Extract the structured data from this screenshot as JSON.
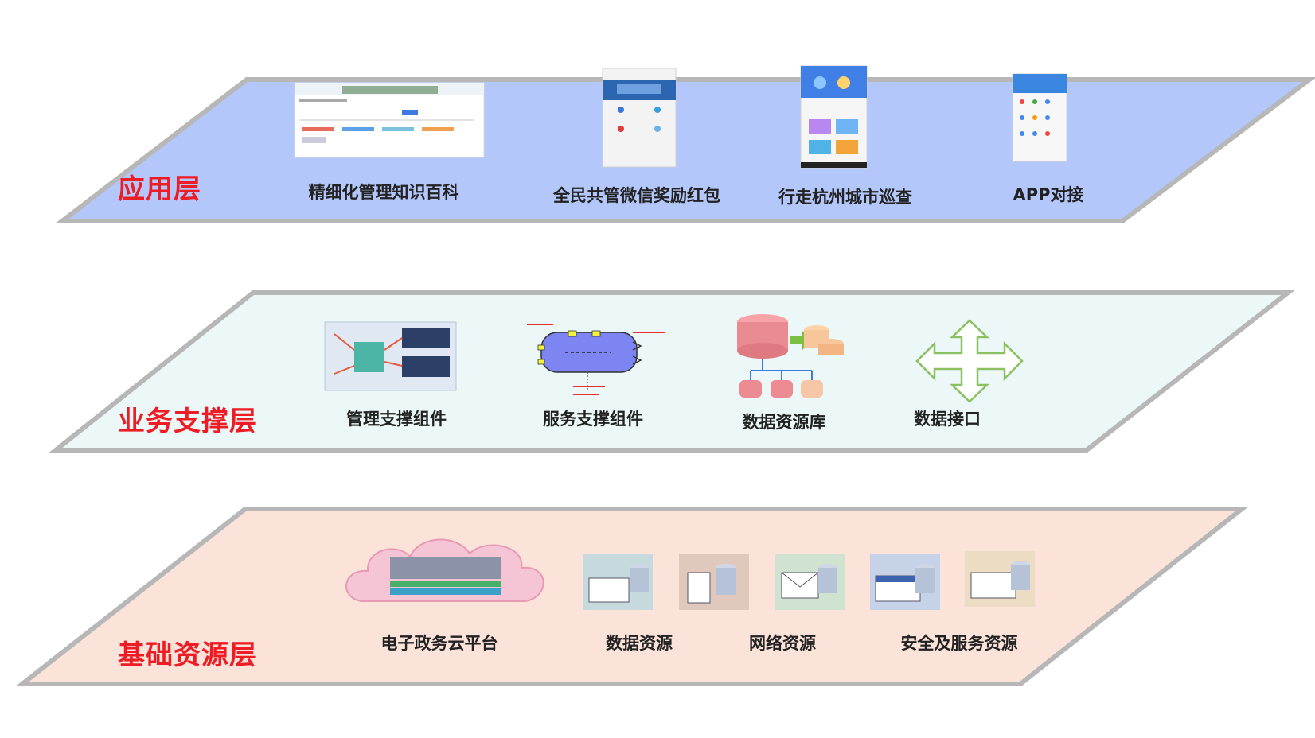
{
  "layers": {
    "app": {
      "title": "应用层",
      "items": [
        "精细化管理知识百科",
        "全民共管微信奖励红包",
        "行走杭州城市巡查",
        "APP对接"
      ]
    },
    "support": {
      "title": "业务支撑层",
      "items": [
        "管理支撑组件",
        "服务支撑组件",
        "数据资源库",
        "数据接口"
      ]
    },
    "base": {
      "title": "基础资源层",
      "items": [
        "电子政务云平台",
        "数据资源",
        "网络资源",
        "安全及服务资源"
      ]
    }
  },
  "colors": {
    "app_fill": "#b4c7fb",
    "support_fill": "#ecf8f7",
    "base_fill": "#fbe3d9",
    "border": "#b7b7b7",
    "title": "#ee1c25"
  }
}
